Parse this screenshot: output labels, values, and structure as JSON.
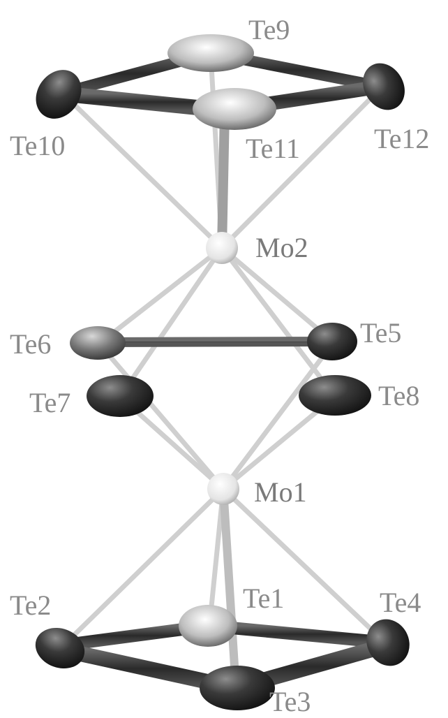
{
  "diagram": {
    "atoms": [
      {
        "id": "Te9",
        "label": "Te9"
      },
      {
        "id": "Te10",
        "label": "Te10"
      },
      {
        "id": "Te11",
        "label": "Te11"
      },
      {
        "id": "Te12",
        "label": "Te12"
      },
      {
        "id": "Mo2",
        "label": "Mo2"
      },
      {
        "id": "Te6",
        "label": "Te6"
      },
      {
        "id": "Te5",
        "label": "Te5"
      },
      {
        "id": "Te7",
        "label": "Te7"
      },
      {
        "id": "Te8",
        "label": "Te8"
      },
      {
        "id": "Mo1",
        "label": "Mo1"
      },
      {
        "id": "Te2",
        "label": "Te2"
      },
      {
        "id": "Te1",
        "label": "Te1"
      },
      {
        "id": "Te4",
        "label": "Te4"
      },
      {
        "id": "Te3",
        "label": "Te3"
      }
    ],
    "colors": {
      "tellurium_dark": "#2b2b2b",
      "tellurium_light": "#d8d8d8",
      "molybdenum": "#e8e8e8",
      "te_te_bond": "#3a3a3a",
      "mo_te_bond": "#cfcfcf",
      "label": "#8a8a8a"
    }
  }
}
